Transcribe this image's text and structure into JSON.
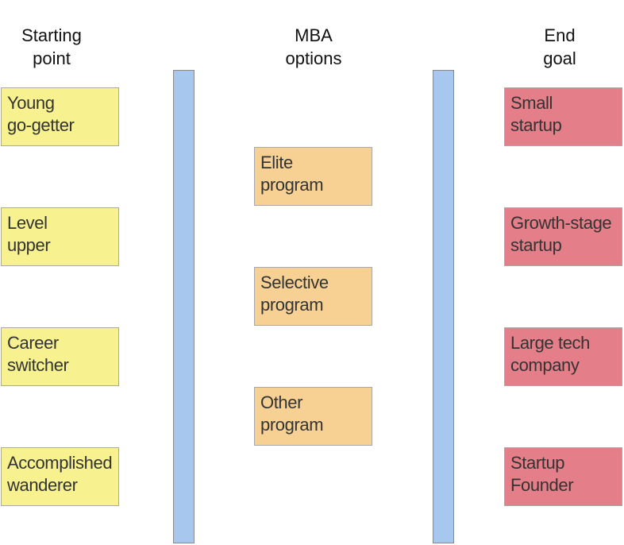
{
  "colors": {
    "start": "#f7f28f",
    "mba": "#f7d193",
    "goal": "#e47f89",
    "bar": "#a7c7ef"
  },
  "headers": {
    "start": [
      "Starting",
      "point"
    ],
    "mba": [
      "MBA",
      "options"
    ],
    "goal": [
      "End",
      "goal"
    ]
  },
  "start_cards": [
    [
      "Young",
      "go-getter"
    ],
    [
      "Level",
      "upper"
    ],
    [
      "Career",
      "switcher"
    ],
    [
      "Accomplished",
      "wanderer"
    ]
  ],
  "mba_cards": [
    [
      "Elite",
      "program"
    ],
    [
      "Selective",
      "program"
    ],
    [
      "Other",
      "program"
    ]
  ],
  "goal_cards": [
    [
      "Small",
      "startup"
    ],
    [
      "Growth-stage",
      "startup"
    ],
    [
      "Large tech",
      "company"
    ],
    [
      "Startup",
      "Founder"
    ]
  ]
}
